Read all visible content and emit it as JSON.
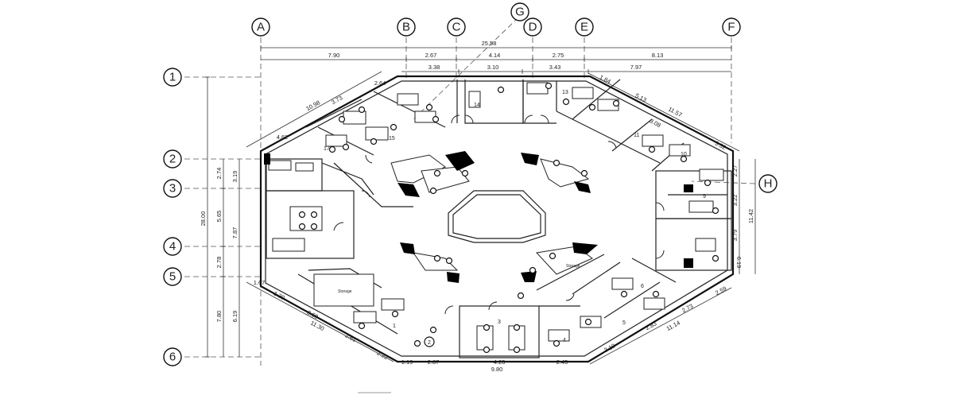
{
  "grid_columns": [
    "A",
    "B",
    "C",
    "D",
    "E",
    "F"
  ],
  "grid_rows": [
    "1",
    "2",
    "3",
    "4",
    "5",
    "6"
  ],
  "grid_diagonal": [
    "G",
    "H"
  ],
  "dimensions_top": {
    "overall": "25.58",
    "row1": [
      "7.90",
      "2.67",
      "4.14",
      "2.75",
      "8.13"
    ],
    "row2": [
      "3.38",
      "3.10",
      "3.43",
      "7.97"
    ]
  },
  "dimensions_left": {
    "overall": "28.00",
    "col1": [
      "2.74",
      "5.65",
      "2.78",
      "7.80"
    ],
    "col2": [
      "3.19",
      "7.87",
      "6.19"
    ]
  },
  "dimensions_right": [
    "2.27",
    "3.22",
    "11.42",
    "3.79",
    "6.19"
  ],
  "dimensions_bottom": {
    "row1": [
      "2.87",
      "4.23",
      "2.45"
    ],
    "overall": "9.80",
    "small": "1.19"
  },
  "dimensions_diagonal": [
    "2.64",
    "10.98",
    "3.73",
    "4.62",
    "1.84",
    "5.13",
    "11.57",
    "3.08",
    "3.32",
    "1.67",
    "1.29",
    "3.60",
    "11.30",
    "2.61",
    "2.22",
    "2.59",
    "2.73",
    "2.83",
    "11.14",
    "3.10"
  ],
  "room_numbers": [
    "1",
    "2",
    "3",
    "4",
    "5",
    "6",
    "9",
    "10",
    "11",
    "13",
    "14",
    "15",
    "17"
  ],
  "room_labels": [
    "Storage",
    "Storage"
  ]
}
